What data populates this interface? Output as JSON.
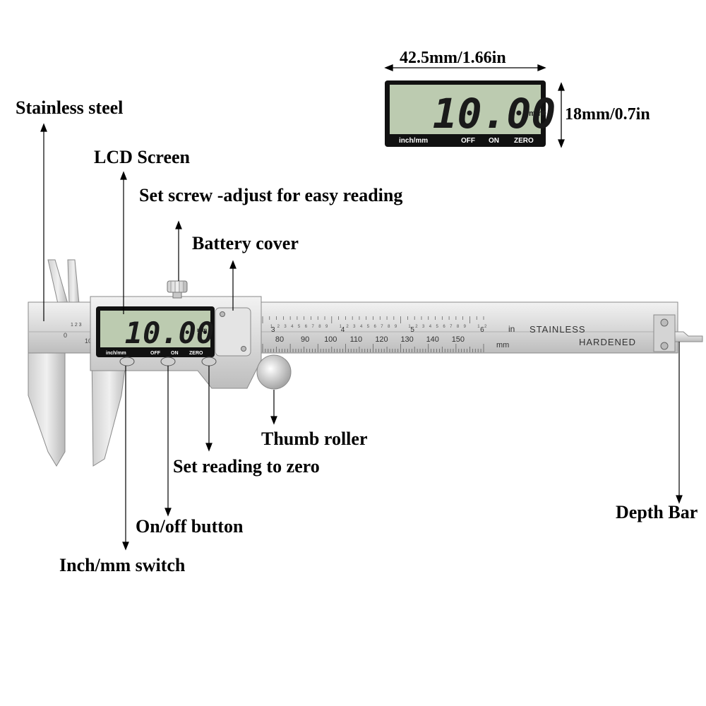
{
  "labels": {
    "stainless_steel": "Stainless steel",
    "lcd_screen": "LCD Screen",
    "set_screw": "Set screw -adjust for easy reading",
    "battery_cover": "Battery cover",
    "thumb_roller": "Thumb roller",
    "set_zero": "Set reading to zero",
    "on_off": "On/off button",
    "inch_mm": "Inch/mm switch",
    "depth_bar": "Depth Bar"
  },
  "dimensions": {
    "width": "42.5mm/1.66in",
    "height": "18mm/0.7in"
  },
  "display": {
    "reading": "10.00",
    "unit": "mm",
    "buttons": [
      "inch/mm",
      "OFF",
      "ON",
      "ZERO"
    ]
  },
  "scale": {
    "mm_numbers": [
      "80",
      "90",
      "100",
      "110",
      "120",
      "130",
      "140",
      "150"
    ],
    "mm_unit": "mm",
    "inch_numbers": [
      "3",
      "4",
      "5",
      "6"
    ],
    "inch_unit": "in",
    "fine_digits": [
      "1",
      "2",
      "3",
      "4",
      "5",
      "6",
      "7",
      "8",
      "9"
    ],
    "brand_line1": "STAINLESS",
    "brand_line2": "HARDENED",
    "jaw_scale_top": "1 2 3",
    "jaw_scale_zero": "0",
    "jaw_scale_mm": "10"
  },
  "colors": {
    "steel_light": "#e6e6e6",
    "steel_mid": "#c9c9c9",
    "steel_dark": "#8a8a8a",
    "lcd_green": "#bccbb0",
    "lcd_frame": "#111111"
  }
}
